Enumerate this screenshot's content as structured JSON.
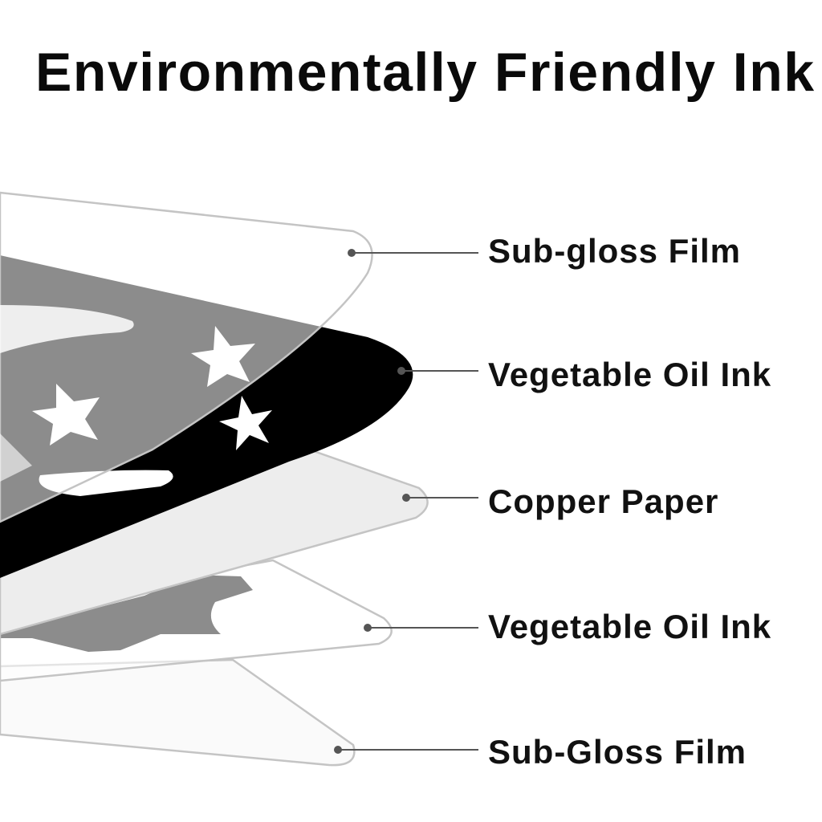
{
  "title": "Environmentally Friendly Ink",
  "layers": [
    {
      "label": "Sub-gloss Film"
    },
    {
      "label": "Vegetable Oil Ink"
    },
    {
      "label": "Copper Paper"
    },
    {
      "label": "Vegetable Oil Ink"
    },
    {
      "label": "Sub-Gloss Film"
    }
  ],
  "colors": {
    "ink": "#000000",
    "text": "#111111",
    "film_edge": "#c4c4c4",
    "paper_fill": "#ededed",
    "callout": "#555555"
  }
}
